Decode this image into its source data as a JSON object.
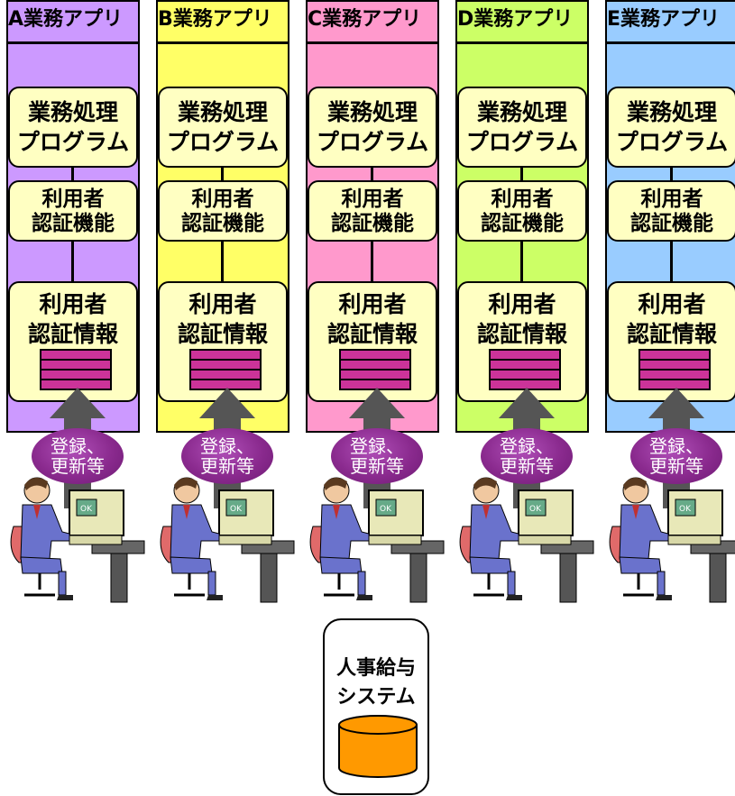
{
  "columns": [
    {
      "title": "A業務アプリ",
      "color": "#cc99ff"
    },
    {
      "title": "B業務アプリ",
      "color": "#ffff66"
    },
    {
      "title": "C業務アプリ",
      "color": "#ff99cc"
    },
    {
      "title": "D業務アプリ",
      "color": "#ccff66"
    },
    {
      "title": "E業務アプリ",
      "color": "#99ccff"
    }
  ],
  "labels": {
    "program": [
      "業務処理",
      "プログラム"
    ],
    "auth_function": [
      "利用者",
      "認証機能"
    ],
    "auth_info": [
      "利用者",
      "認証情報"
    ],
    "register": [
      "登録、",
      "更新等"
    ]
  },
  "hr_system": {
    "title": [
      "人事給与",
      "システム"
    ],
    "db_color": "#ff9900"
  },
  "icons": {
    "database": "database-icon",
    "arrow": "arrow-up-icon",
    "person": "office-worker-at-computer"
  }
}
